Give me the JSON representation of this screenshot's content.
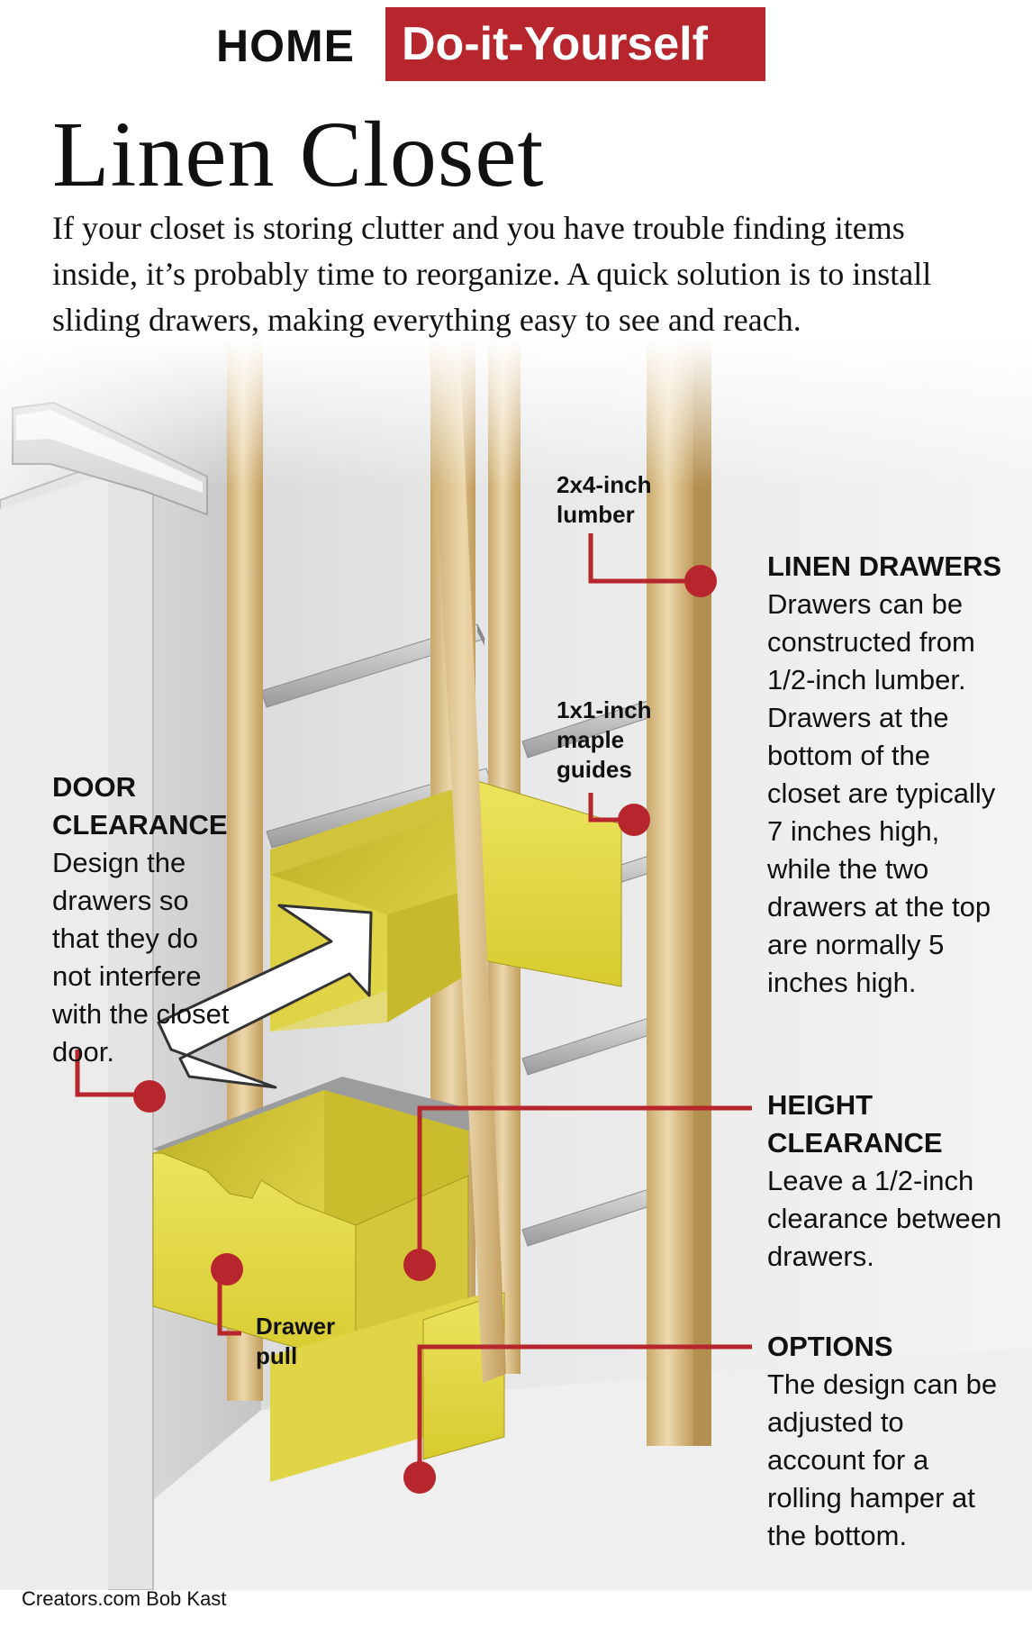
{
  "header": {
    "home": "HOME",
    "section": "Do-it-Yourself"
  },
  "title": "Linen Closet",
  "intro": "If your closet is storing clutter and you have trouble finding items inside, it’s probably time to reorganize. A quick solution is to install sliding drawers, making everything easy to see and reach.",
  "labels": {
    "lumber": "2x4-inch lumber",
    "guides": "1x1-inch maple guides",
    "drawer_pull": "Drawer pull"
  },
  "callouts": {
    "linen_drawers": {
      "heading": "LINEN DRAWERS",
      "body": "Drawers can be constructed from 1/2-inch lumber. Drawers at the bottom of the closet are typically 7 inches high, while the two drawers at the top are normally 5 inches high."
    },
    "door_clearance": {
      "heading": "DOOR CLEARANCE",
      "body": "Design the drawers so that they do not interfere with the closet door."
    },
    "height_clearance": {
      "heading": "HEIGHT CLEARANCE",
      "body": "Leave a 1/2-inch clearance between drawers."
    },
    "options": {
      "heading": "OPTIONS",
      "body": "The design can be adjusted to account for a rolling hamper at the bottom."
    }
  },
  "credit": "Creators.com Bob Kast",
  "colors": {
    "accent": "#b8262d",
    "wood": "#e0c898",
    "drawer": "#e3d84a",
    "wall": "#dcdcdc"
  }
}
